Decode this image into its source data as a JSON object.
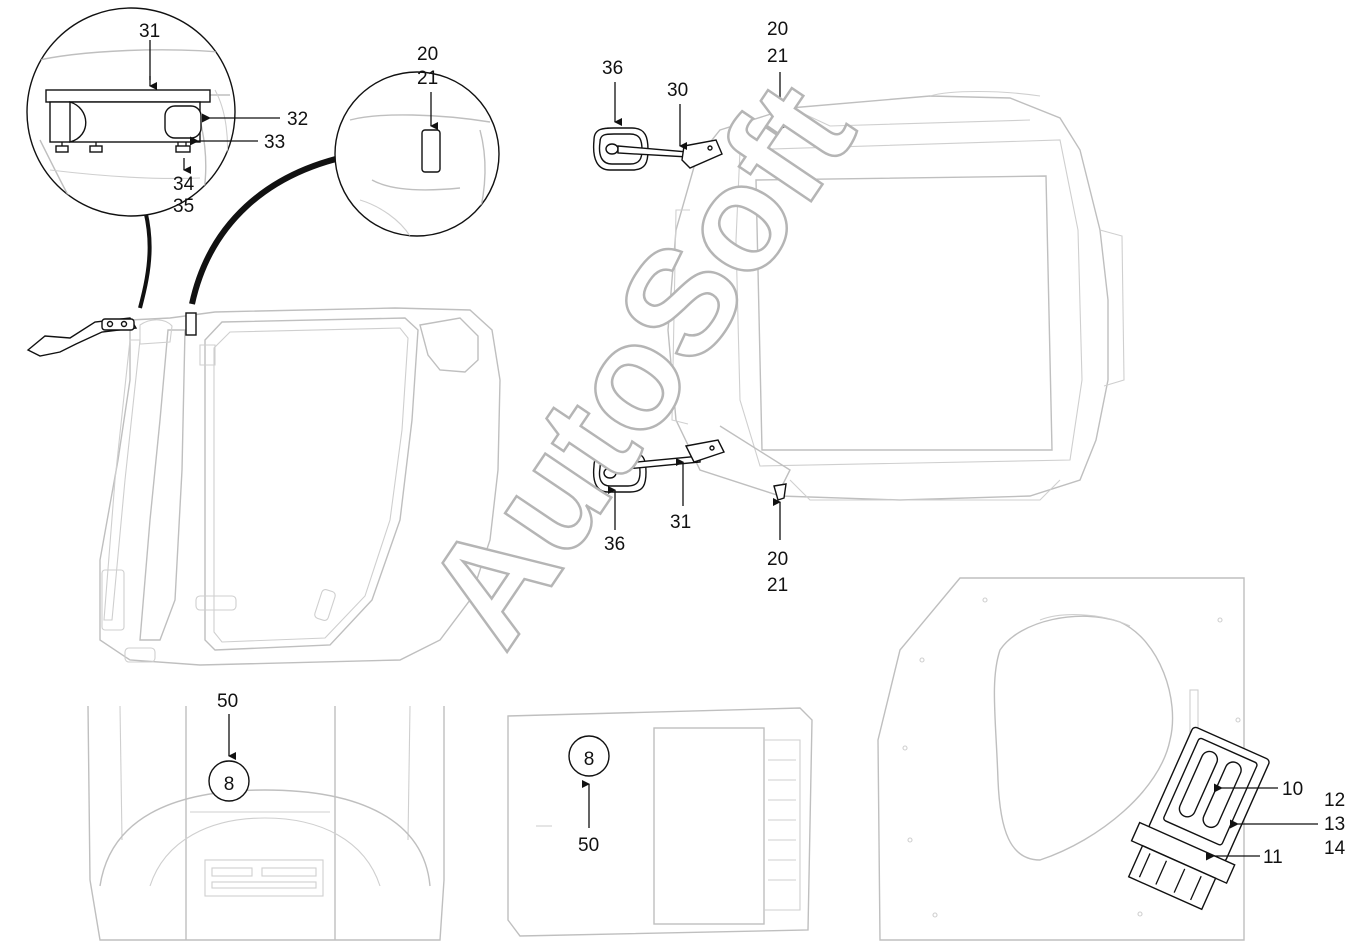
{
  "watermark": "AutoSoft",
  "detail_a": {
    "labels": [
      "31",
      "32",
      "33",
      "34",
      "35"
    ]
  },
  "detail_b": {
    "labels": [
      "20",
      "21"
    ]
  },
  "mirror_assembly": {
    "labels": [
      "20",
      "21",
      "36",
      "30",
      "36",
      "31",
      "20",
      "21"
    ]
  },
  "panel_left": {
    "label": "50",
    "badge": "8"
  },
  "panel_middle": {
    "label": "50",
    "badge": "8"
  },
  "panel_right": {
    "labels": [
      "10",
      "12",
      "13",
      "14",
      "11"
    ]
  }
}
